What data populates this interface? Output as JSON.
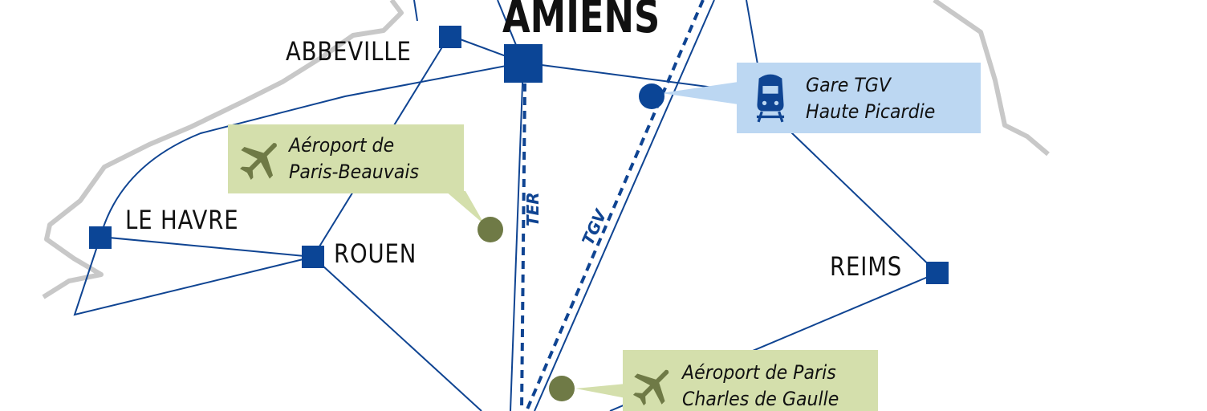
{
  "cities": {
    "amiens": "AMIENS",
    "abbeville": "ABBEVILLE",
    "le_havre": "LE HAVRE",
    "rouen": "ROUEN",
    "reims": "REIMS"
  },
  "line_labels": {
    "ter": "TER",
    "tgv": "TGV"
  },
  "callouts": {
    "beauvais": {
      "line1": "Aéroport de",
      "line2": "Paris-Beauvais",
      "icon": "airplane-icon"
    },
    "tgv_station": {
      "line1": "Gare TGV",
      "line2": "Haute Picardie",
      "icon": "train-icon"
    },
    "cdg": {
      "line1": "Aéroport de Paris",
      "line2": "Charles de Gaulle",
      "icon": "airplane-icon"
    }
  },
  "colors": {
    "network_blue": "#0f4492",
    "city_square": "#0b4596",
    "airport_dot": "#6f7a46",
    "airport_callout": "#d4dfac",
    "station_callout": "#bcd7f2",
    "border_grey": "#c8c8c8"
  }
}
